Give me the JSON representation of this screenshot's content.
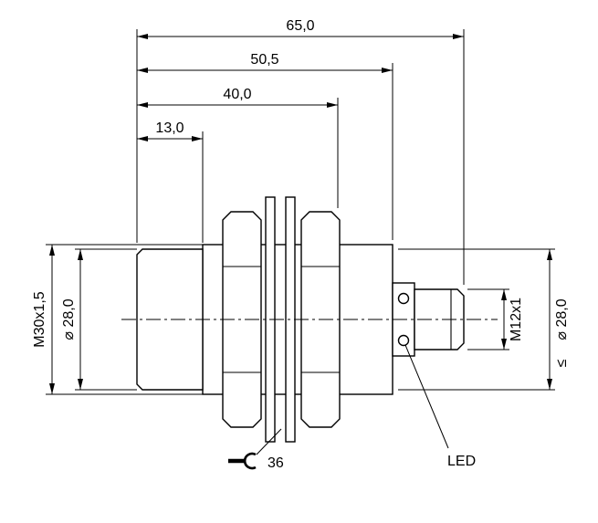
{
  "drawing": {
    "length_dims": {
      "total": "65,0",
      "to_connector_base": "50,5",
      "to_nut_back": "40,0",
      "head": "13,0"
    },
    "left_dims": {
      "thread": "M30x1,5",
      "head_diameter": "⌀ 28,0"
    },
    "right_dims": {
      "connector_thread": "M12x1",
      "housing_diameter": "⌀ 28,0",
      "qualifier": "≤"
    },
    "annotations": {
      "wrench_size": "36",
      "led": "LED"
    }
  }
}
